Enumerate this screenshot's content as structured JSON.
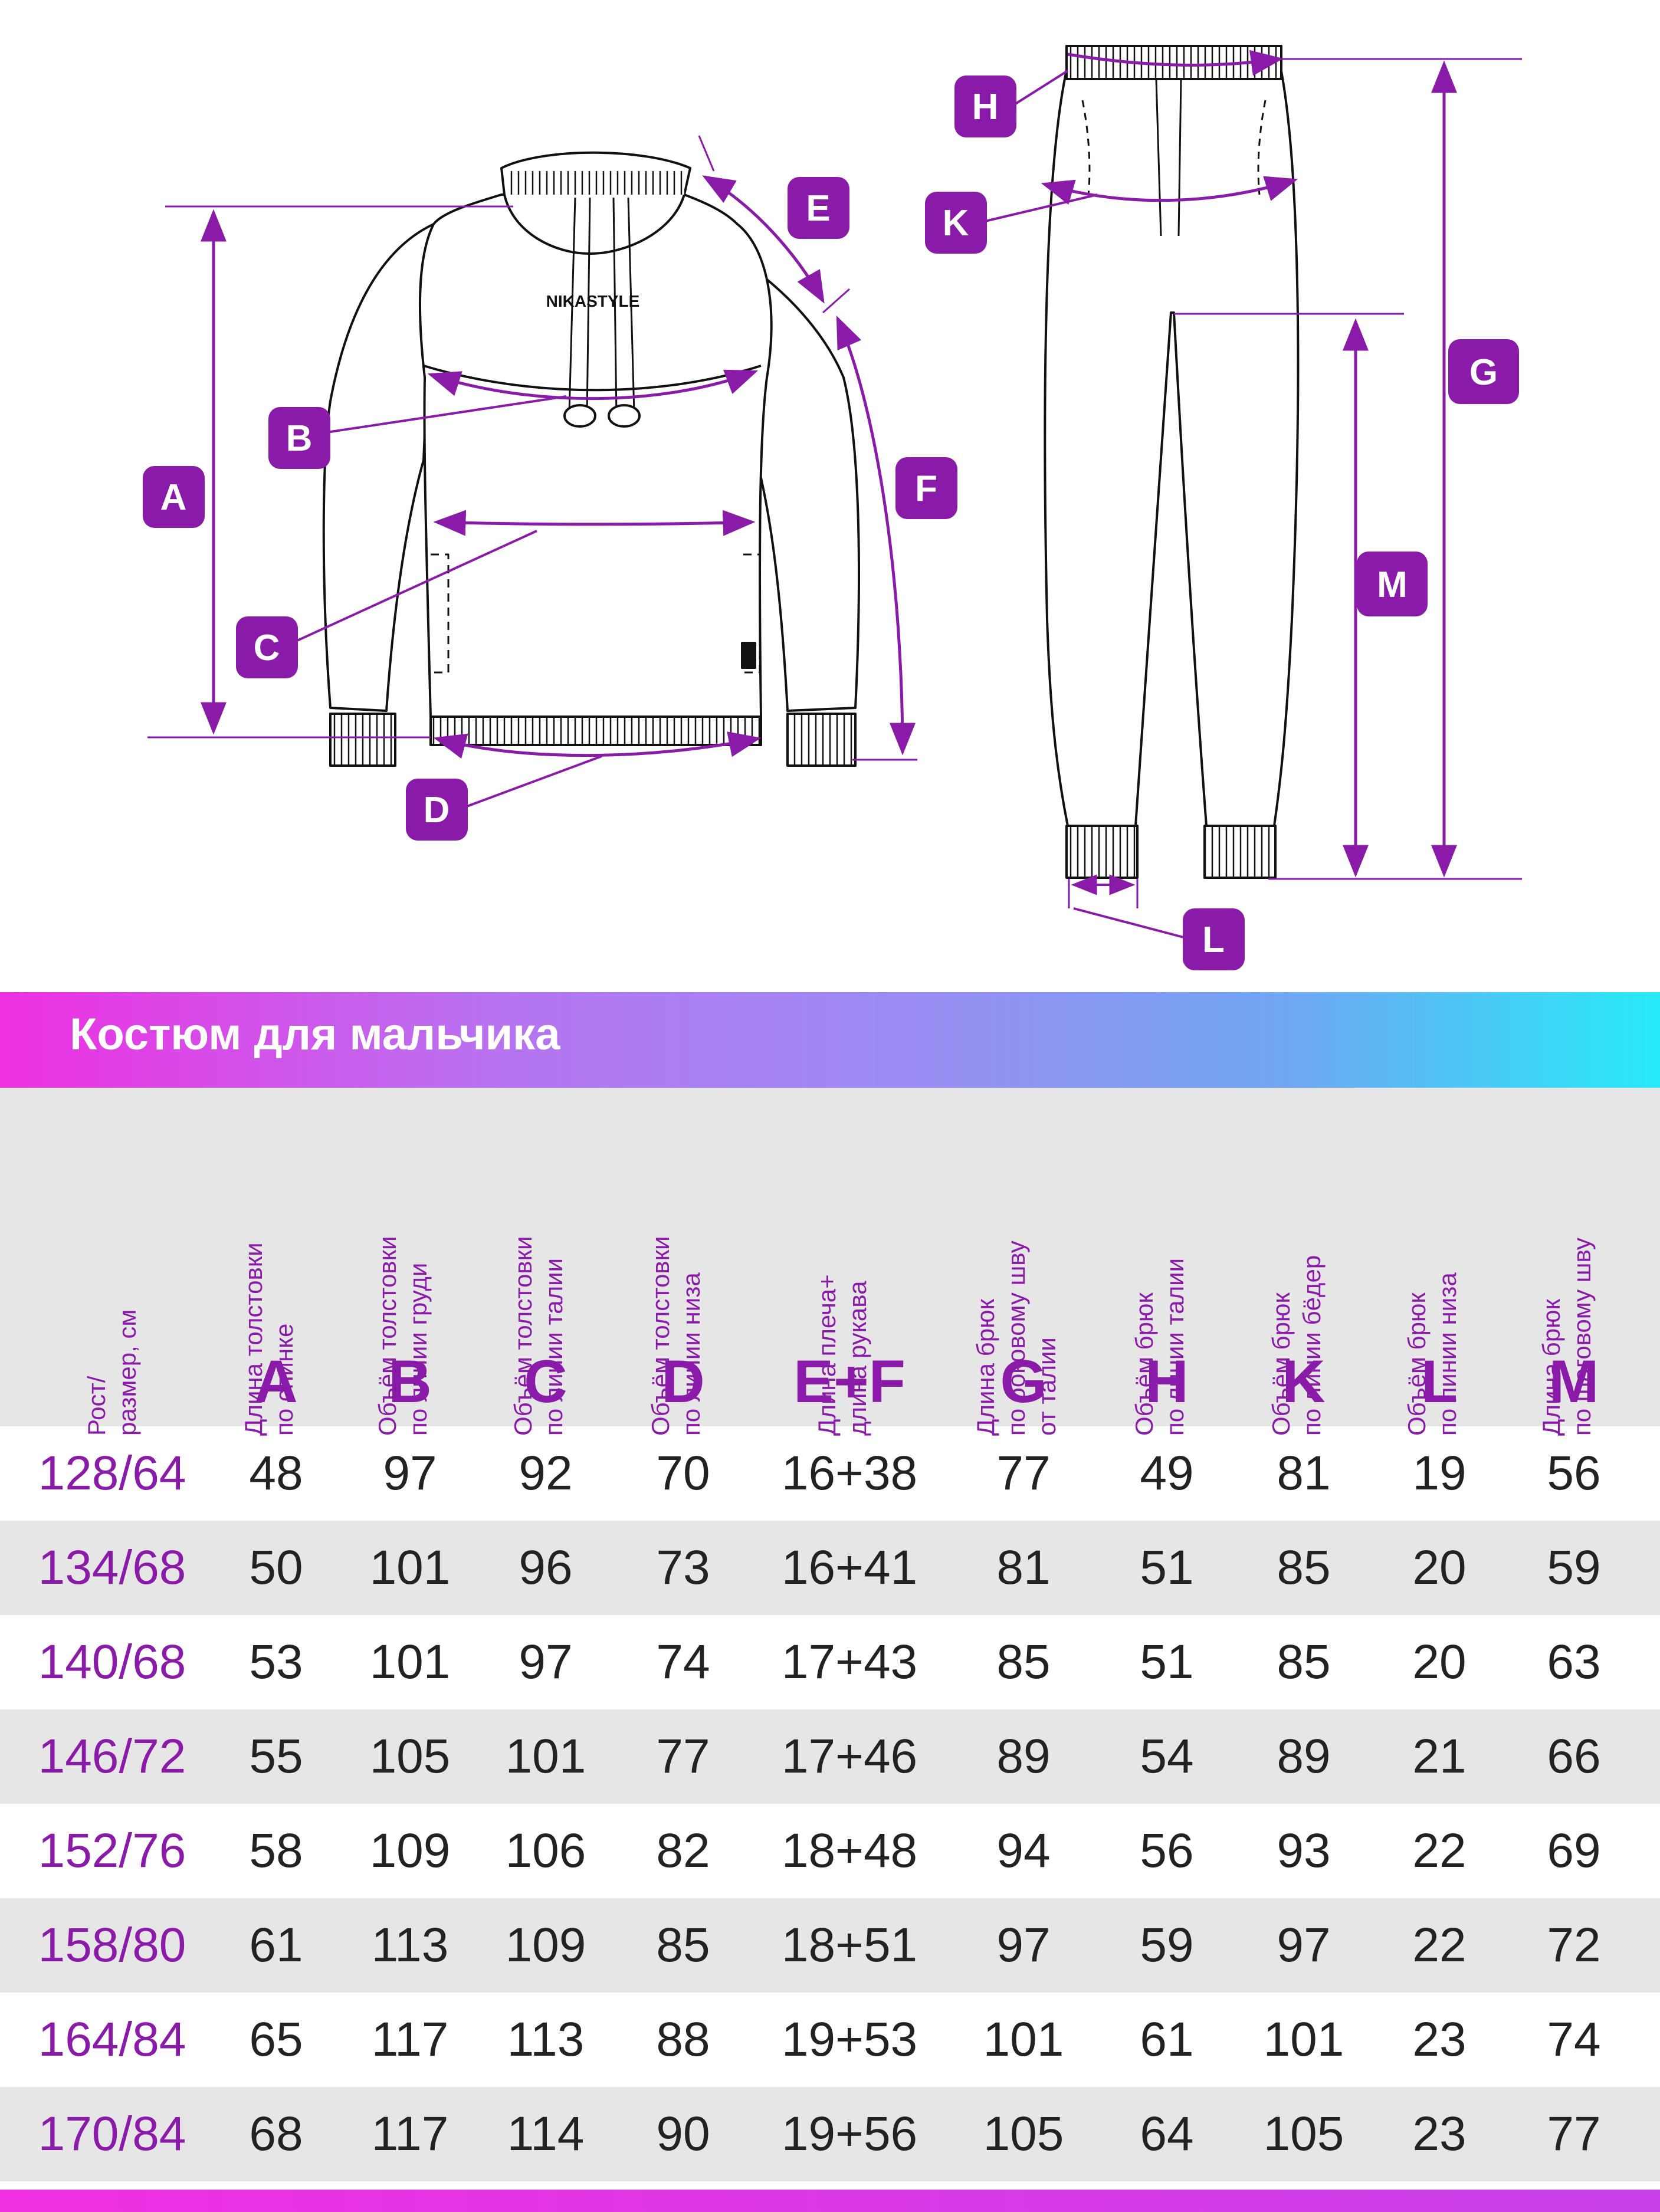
{
  "labels": {
    "A": "A",
    "B": "B",
    "C": "C",
    "D": "D",
    "E": "E",
    "F": "F",
    "G": "G",
    "H": "H",
    "K": "K",
    "L": "L",
    "M": "M"
  },
  "logo_text": "NIKASTYLE",
  "colors": {
    "accent": "#8a1aa8",
    "label_bg": "#8a1aa8",
    "gradient_start": "#ee2fe2",
    "gradient_end": "#27eaf7",
    "header_bg": "#e6e6e6"
  },
  "table": {
    "title": "Костюм для мальчика",
    "size_header": "Рост/\nразмер, см",
    "columns": [
      {
        "desc": "Длина толстовки\nпо спинке",
        "letter": "A"
      },
      {
        "desc": "Объём толстовки\nпо линии груди",
        "letter": "B"
      },
      {
        "desc": "Объём толстовки\nпо линии талии",
        "letter": "C"
      },
      {
        "desc": "Объём толстовки\nпо линии низа",
        "letter": "D"
      },
      {
        "desc": "Длина плеча+\nдлина рукава",
        "letter": "E+F"
      },
      {
        "desc": "Длина брюк\nпо боковому шву\nот талии",
        "letter": "G"
      },
      {
        "desc": "Объём брюк\nпо линии талии",
        "letter": "H"
      },
      {
        "desc": "Объём брюк\nпо линии бёдер",
        "letter": "K"
      },
      {
        "desc": "Объём брюк\nпо линии низа",
        "letter": "L"
      },
      {
        "desc": "Длина брюк\nпо шаговому шву",
        "letter": "M"
      }
    ],
    "rows": [
      {
        "size": "128/64",
        "values": [
          "48",
          "97",
          "92",
          "70",
          "16+38",
          "77",
          "49",
          "81",
          "19",
          "56"
        ]
      },
      {
        "size": "134/68",
        "values": [
          "50",
          "101",
          "96",
          "73",
          "16+41",
          "81",
          "51",
          "85",
          "20",
          "59"
        ]
      },
      {
        "size": "140/68",
        "values": [
          "53",
          "101",
          "97",
          "74",
          "17+43",
          "85",
          "51",
          "85",
          "20",
          "63"
        ]
      },
      {
        "size": "146/72",
        "values": [
          "55",
          "105",
          "101",
          "77",
          "17+46",
          "89",
          "54",
          "89",
          "21",
          "66"
        ]
      },
      {
        "size": "152/76",
        "values": [
          "58",
          "109",
          "106",
          "82",
          "18+48",
          "94",
          "56",
          "93",
          "22",
          "69"
        ]
      },
      {
        "size": "158/80",
        "values": [
          "61",
          "113",
          "109",
          "85",
          "18+51",
          "97",
          "59",
          "97",
          "22",
          "72"
        ]
      },
      {
        "size": "164/84",
        "values": [
          "65",
          "117",
          "113",
          "88",
          "19+53",
          "101",
          "61",
          "101",
          "23",
          "74"
        ]
      },
      {
        "size": "170/84",
        "values": [
          "68",
          "117",
          "114",
          "90",
          "19+56",
          "105",
          "64",
          "105",
          "23",
          "77"
        ]
      }
    ]
  }
}
